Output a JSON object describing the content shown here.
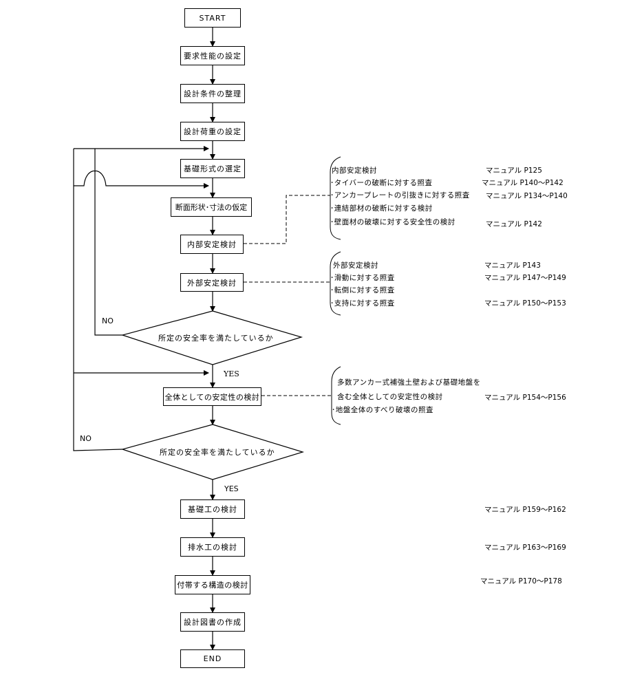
{
  "flowchart": {
    "start": "START",
    "end": "END",
    "steps": [
      "要求性能の設定",
      "設計条件の整理",
      "設計荷重の設定",
      "基礎形式の選定",
      "断面形状･寸法の仮定",
      "内部安定検討",
      "外部安定検討",
      "全体としての安定性の検討",
      "基礎工の検討",
      "排水工の検討",
      "付帯する構造の検討",
      "設計図書の作成"
    ],
    "decisions": [
      {
        "text": "所定の安全率を満たしているか",
        "no_label": "NO",
        "yes_label": "YES"
      },
      {
        "text": "所定の安全率を満たしているか",
        "no_label": "NO",
        "yes_label": "YES"
      }
    ]
  },
  "notes": {
    "internal": {
      "items": [
        "内部安定検討",
        "･タイバーの破断に対する照査",
        "･アンカープレートの引抜きに対する照査",
        "･連結部材の破断に対する検討",
        "･壁面材の破壊に対する安全性の検討"
      ],
      "refs": [
        "マニュアル P125",
        "マニュアル P140～P142",
        "マニュアル P134～P140",
        "マニュアル P142"
      ]
    },
    "external": {
      "items": [
        "外部安定検討",
        "･滑動に対する照査",
        "･転倒に対する照査",
        "･支持に対する照査"
      ],
      "refs": [
        "マニュアル P143",
        "マニュアル P147～P149",
        "マニュアル P150～P153"
      ]
    },
    "overall": {
      "items": [
        "多数アンカー式補強土壁および基礎地盤を",
        "含む全体としての安定性の検討",
        "･地盤全体のすべり破壊の照査"
      ],
      "refs": [
        "マニュアル P154～P156"
      ]
    },
    "foundation_ref": "マニュアル P159～P162",
    "drainage_ref": "マニュアル P163～P169",
    "auxiliary_ref": "マニュアル P170～P178"
  }
}
